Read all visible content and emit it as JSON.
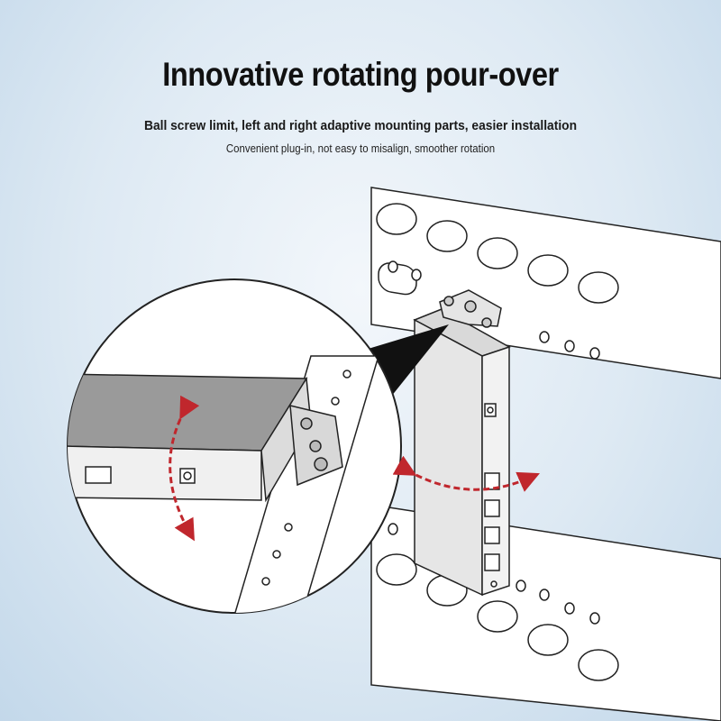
{
  "headline": "Innovative rotating pour-over",
  "subtitle_1": "Ball screw limit, left and right adaptive mounting parts, easier installation",
  "subtitle_2": "Convenient plug-in, not easy to misalign, smoother rotation",
  "colors": {
    "background": "#dde9f3",
    "rail": "#ffffff",
    "device": "#e9e9e9",
    "arrow": "#c0272d",
    "outline": "#222222"
  },
  "illustration": {
    "device": "vertically mounted switch on DIN-style rail",
    "zoom_callout": "magnified view of rotating mount bracket",
    "rotation_arrows": "red dashed double-headed arrows"
  }
}
